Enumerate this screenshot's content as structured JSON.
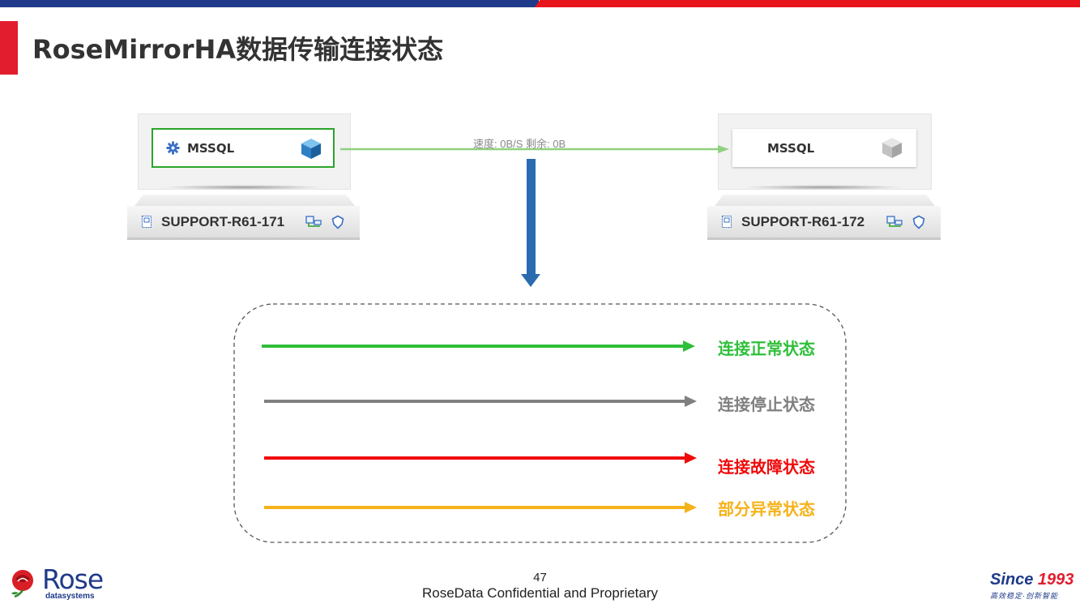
{
  "page": {
    "title": "RoseMirrorHA数据传输连接状态",
    "page_number": "47",
    "confidential": "RoseData Confidential and Proprietary"
  },
  "left_server": {
    "app_label": "MSSQL",
    "hostname": "SUPPORT-R61-171"
  },
  "right_server": {
    "app_label": "MSSQL",
    "hostname": "SUPPORT-R61-172"
  },
  "transfer": {
    "status_text": "速度: 0B/S 剩余: 0B"
  },
  "legend": {
    "items": [
      {
        "label": "连接正常状态",
        "color": "#2fbf3a"
      },
      {
        "label": "连接停止状态",
        "color": "#808080"
      },
      {
        "label": "连接故障状态",
        "color": "#f00a0a"
      },
      {
        "label": "部分异常状态",
        "color": "#f5b21a"
      }
    ]
  },
  "logos": {
    "company": "Rose",
    "company_sub": "datasystems",
    "since_word": "Since",
    "since_year": "1993",
    "slogan": "高效稳定·创新智能"
  }
}
